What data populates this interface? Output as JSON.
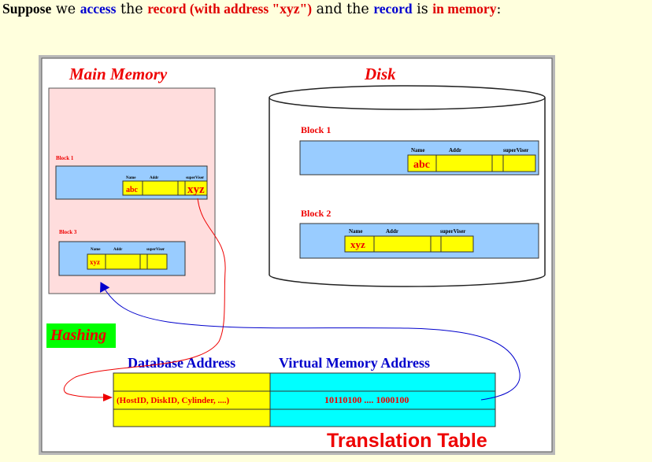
{
  "caption": {
    "w1": "Suppose",
    "w2": " we ",
    "w3": "access",
    "w4": " the ",
    "w5": "record (with address \"xyz\")",
    "w6": " and the ",
    "w7": "record",
    "w8": " is ",
    "w9": "in memory",
    "w10": ":"
  },
  "figure": {
    "main_memory_title": "Main Memory",
    "disk_title": "Disk",
    "mm_block1": {
      "label": "Block 1",
      "headers": [
        "Name",
        "Addr",
        "superViser"
      ],
      "name_value": "abc",
      "superviser_value": "xyz"
    },
    "mm_block3": {
      "label": "Block 3",
      "headers": [
        "Name",
        "Addr",
        "superViser"
      ],
      "name_value": "xyz"
    },
    "disk_block1": {
      "label": "Block 1",
      "headers": [
        "Name",
        "Addr",
        "superViser"
      ],
      "name_value": "abc"
    },
    "disk_block2": {
      "label": "Block 2",
      "headers": [
        "Name",
        "Addr",
        "superViser"
      ],
      "name_value": "xyz"
    },
    "hashing_label": "Hashing",
    "table": {
      "col1_header": "Database Address",
      "col2_header": "Virtual Memory Address",
      "db_address": "(HostID, DiskID, Cylinder, ....)",
      "vm_address": "10110100 .... 1000100",
      "title": "Translation Table"
    },
    "colors": {
      "red": "#ee0000",
      "blue": "#0000cc",
      "yellow": "#ffff00",
      "light_blue": "#99ccff",
      "cyan": "#00ffff",
      "pink": "#ffdddd",
      "green": "#00ff00"
    }
  }
}
